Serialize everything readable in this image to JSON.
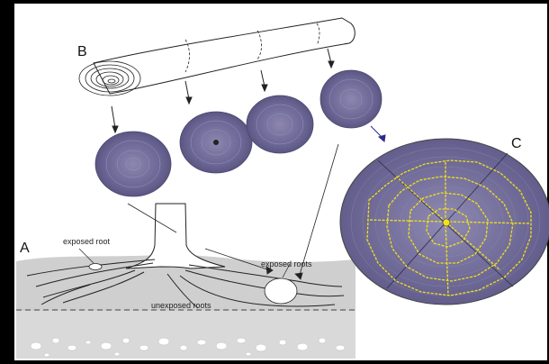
{
  "panel_letters": {
    "a": "A",
    "b": "B",
    "c": "C"
  },
  "labels": {
    "exposed_root": "exposed root",
    "exposed_roots": "exposed roots",
    "unexposed_roots": "unexposed roots"
  },
  "colors": {
    "background": "#000000",
    "panel": "#ffffff",
    "soil": "#cfcfcf",
    "cross_section": "#6f6a95",
    "tracing": "#f2e21a"
  }
}
